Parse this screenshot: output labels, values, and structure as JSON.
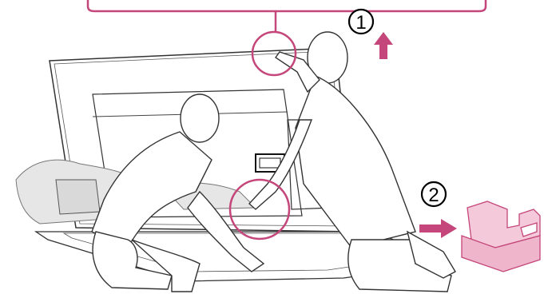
{
  "steps": [
    {
      "number": "1",
      "action": "lift"
    },
    {
      "number": "2",
      "action": "remove-packaging"
    }
  ],
  "colors": {
    "accent": "#c4467a",
    "packaging": "#f4c9d9",
    "packaging_edge": "#c4467a",
    "line": "#333333"
  },
  "icons": {
    "step1_arrow": "arrow-up-icon",
    "step2_arrow": "arrow-right-icon"
  }
}
